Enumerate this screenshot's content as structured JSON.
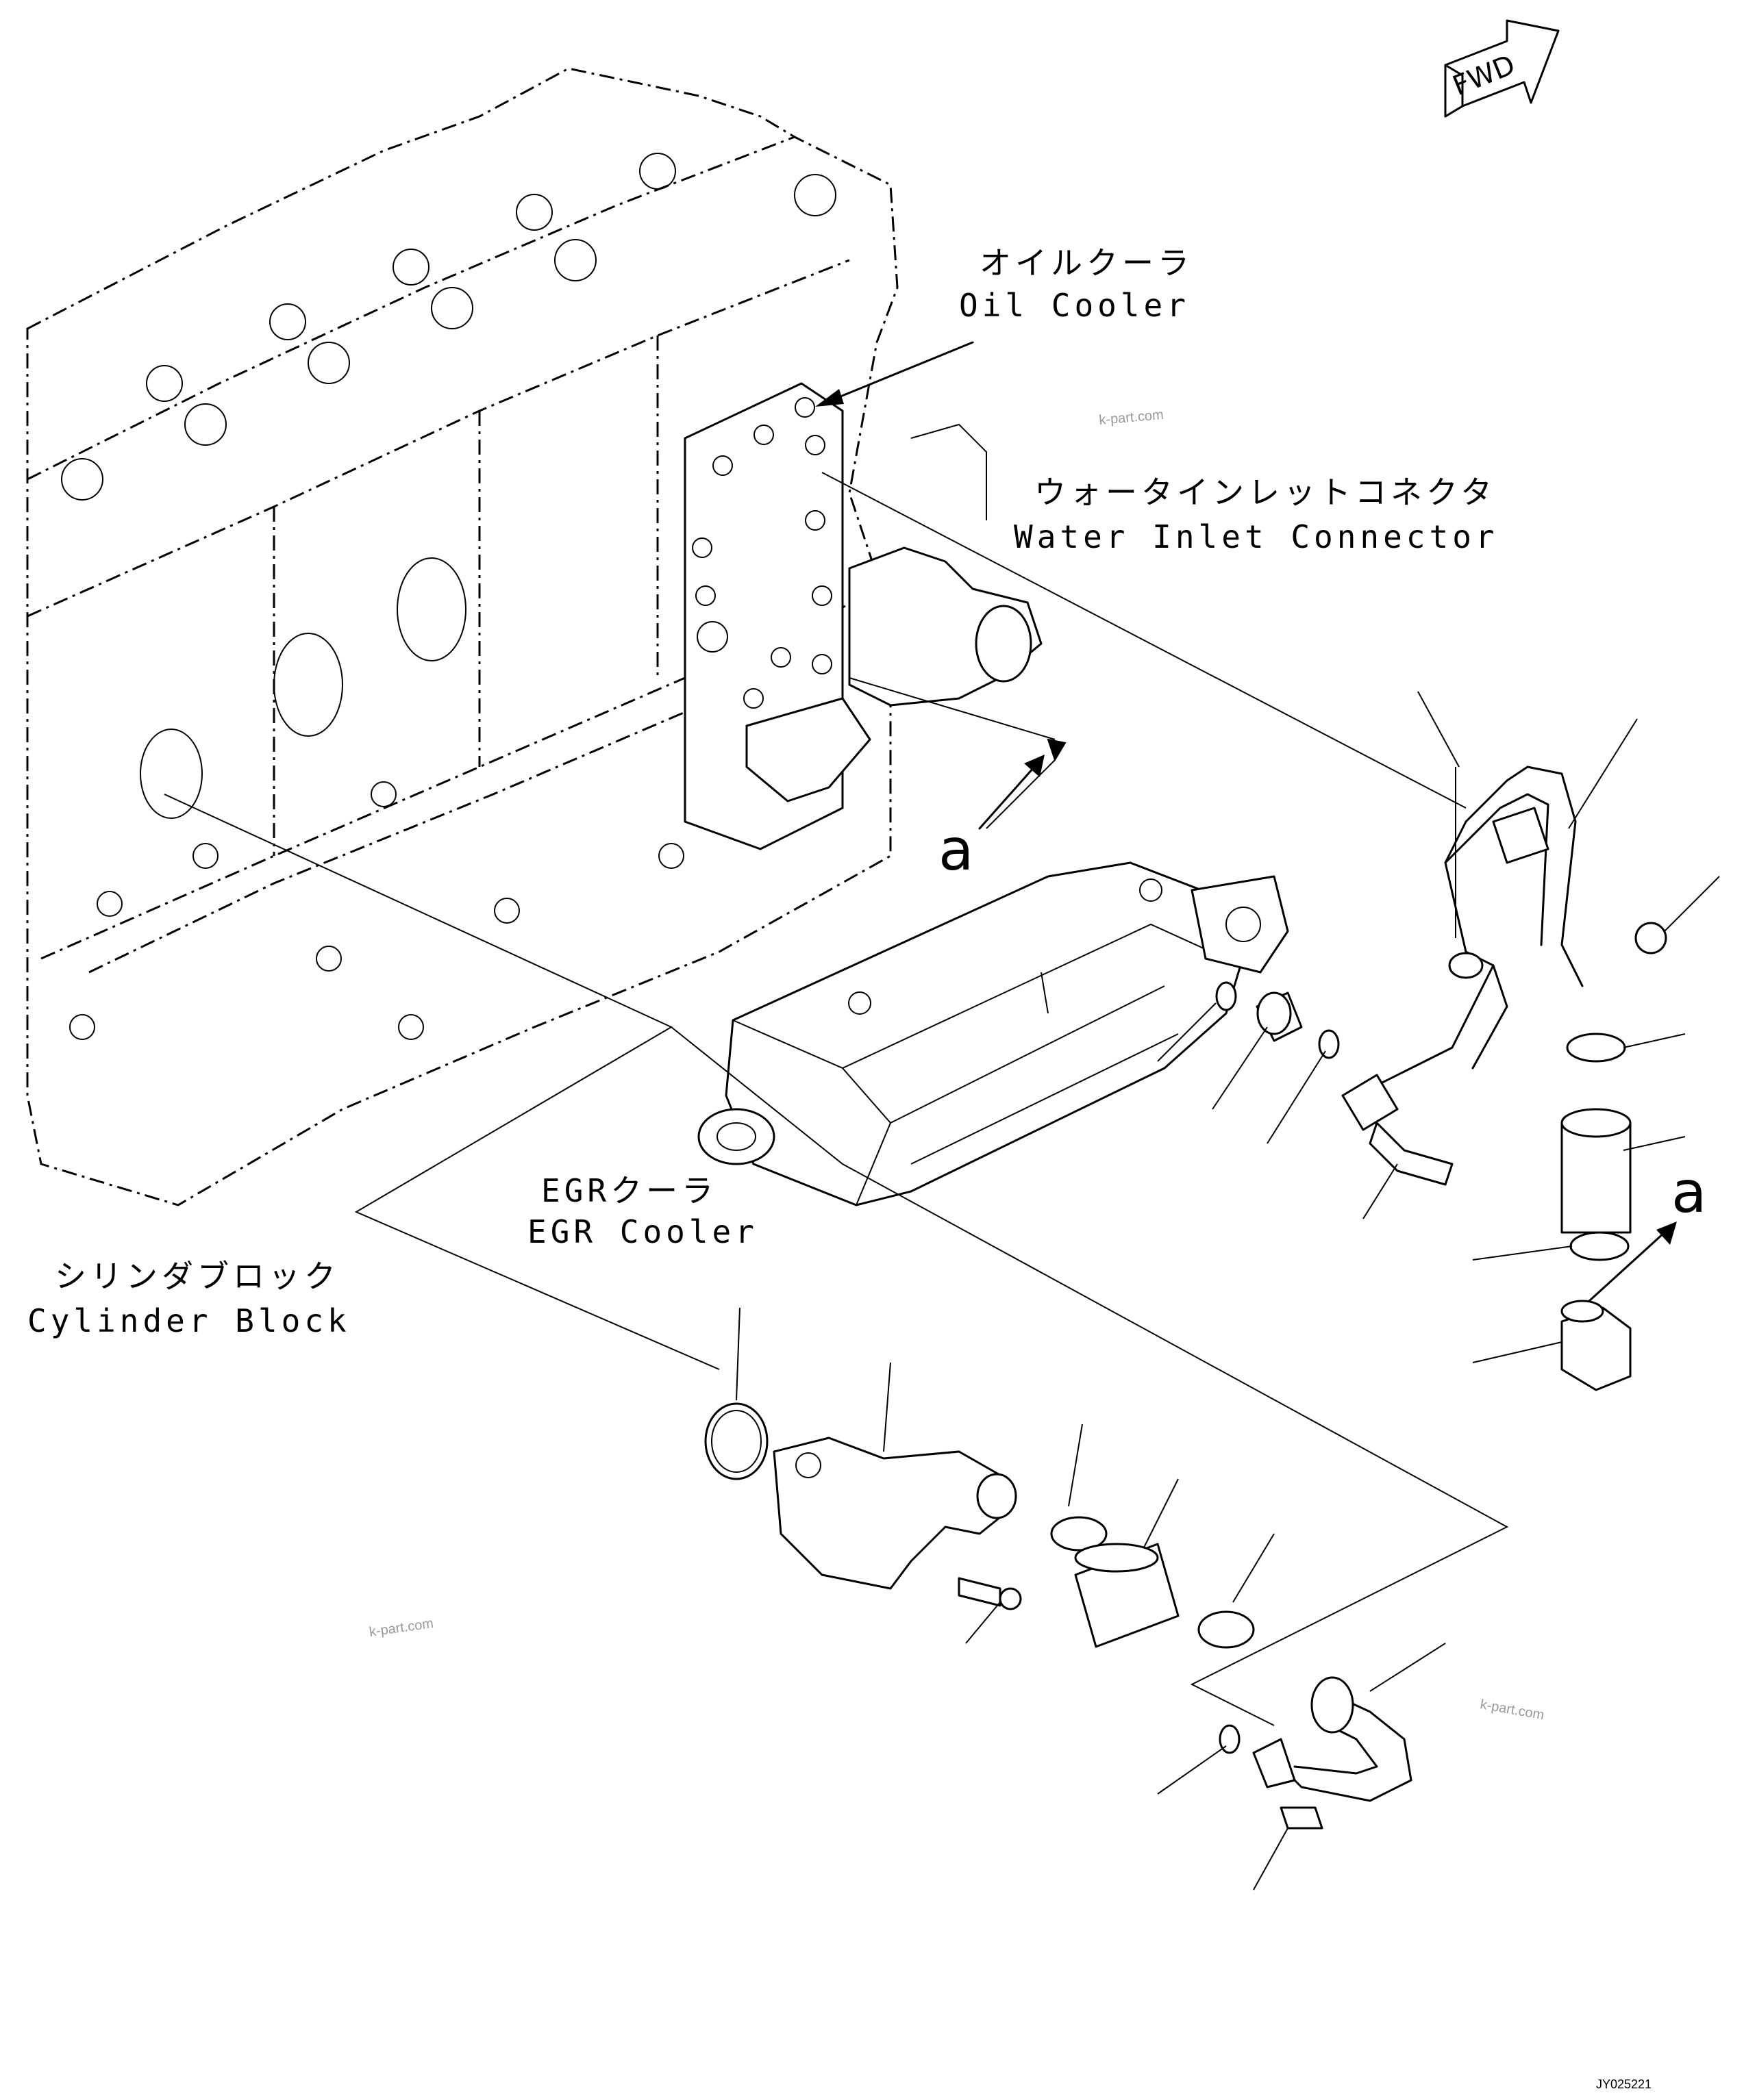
{
  "labels": {
    "oil_cooler_jp": "オイルクーラ",
    "oil_cooler_en": "Oil Cooler",
    "water_inlet_jp": "ウォータインレットコネクタ",
    "water_inlet_en": "Water Inlet Connector",
    "egr_cooler_jp": "EGRクーラ",
    "egr_cooler_en": "EGR Cooler",
    "cylinder_block_jp": "シリンダブロック",
    "cylinder_block_en": "Cylinder Block",
    "ref_a_1": "a",
    "ref_a_2": "a"
  },
  "fwd": "FWD",
  "watermarks": [
    "k-part.com",
    "k-part.com",
    "k-part.com"
  ],
  "drawing_code": "JY025221"
}
